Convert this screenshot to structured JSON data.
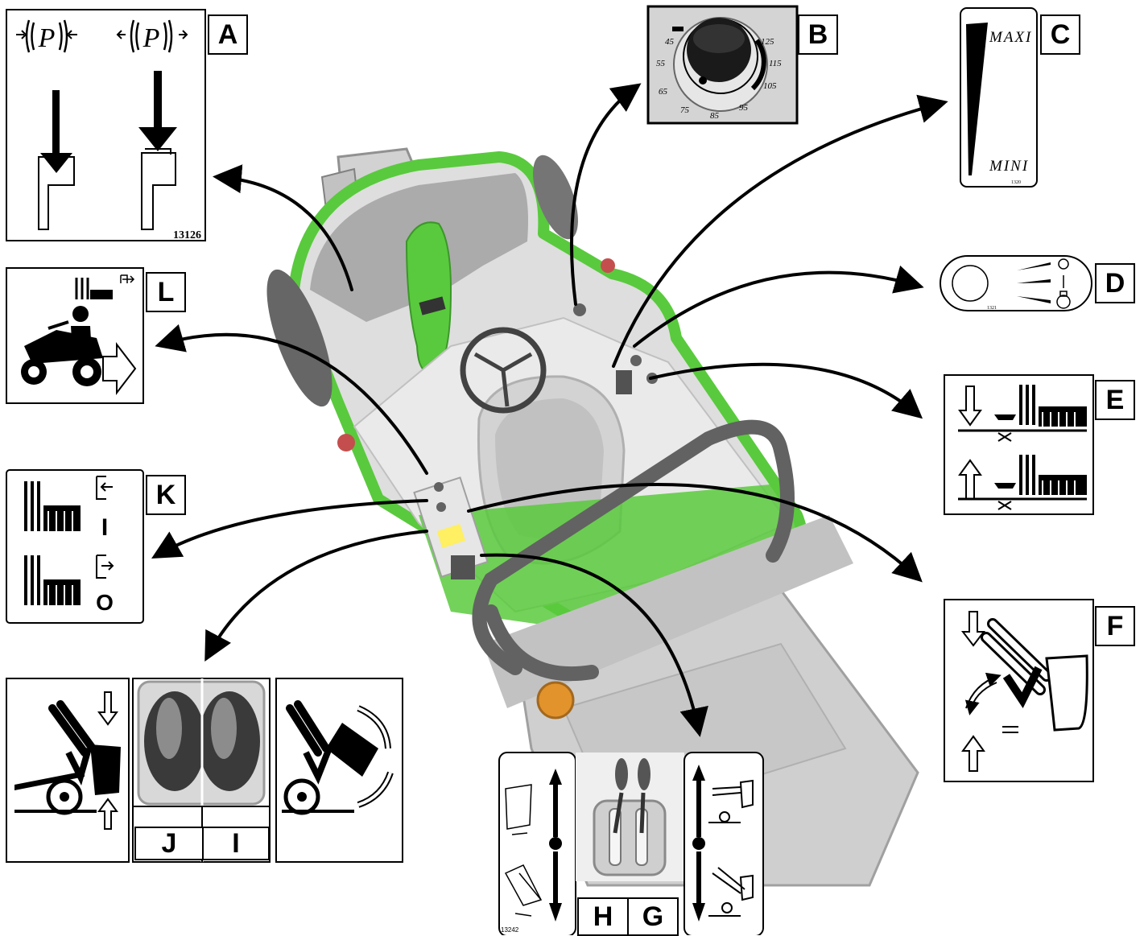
{
  "panels": {
    "A": {
      "letter": "A",
      "code": "13126",
      "symbol": "P"
    },
    "B": {
      "letter": "B",
      "dial_values": [
        "45",
        "55",
        "65",
        "75",
        "85",
        "95",
        "105",
        "115",
        "125"
      ]
    },
    "C": {
      "letter": "C",
      "max": "MAXI",
      "min": "MINI",
      "code": "1320"
    },
    "D": {
      "letter": "D",
      "on": "I",
      "off": "O",
      "code": "1321"
    },
    "E": {
      "letter": "E"
    },
    "F": {
      "letter": "F"
    },
    "G": {
      "letter": "G"
    },
    "H": {
      "letter": "H",
      "code": "13242"
    },
    "I": {
      "letter": "I"
    },
    "J": {
      "letter": "J"
    },
    "K": {
      "letter": "K",
      "on": "I",
      "off": "O"
    },
    "L": {
      "letter": "L"
    }
  },
  "colors": {
    "machine_green": "#4cc62d",
    "body_grey": "#d9d9d9",
    "frame": "#000000",
    "orange": "#e08a1a"
  }
}
